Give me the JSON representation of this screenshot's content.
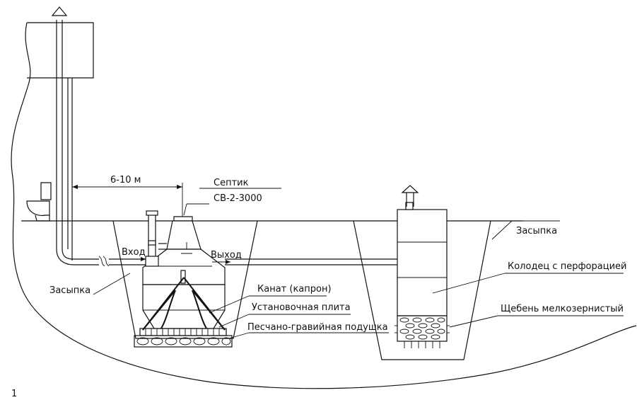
{
  "labels": {
    "distance": "6-10 м",
    "septic_title": "Септик",
    "septic_model": "СВ-2-3000",
    "inlet": "Вход",
    "outlet": "Выход",
    "backfill_left": "Засыпка",
    "backfill_right": "Засыпка",
    "well": "Колодец с перфорацией",
    "rope": "Канат (капрон)",
    "plate": "Установочная плита",
    "gravel_cushion": "Песчано-гравийная подушка",
    "crushed_stone": "Щебень мелкозернистый",
    "corner_mark": "1"
  },
  "colors": {
    "line": "#111111",
    "background": "#ffffff"
  }
}
